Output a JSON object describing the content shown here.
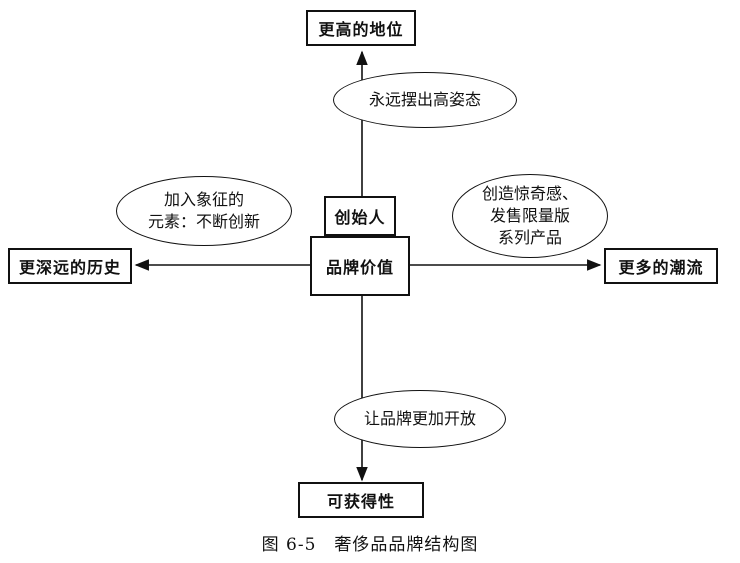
{
  "nodes": {
    "center": "品牌价值",
    "founder": "创始人",
    "top": "更高的地位",
    "bottom": "可获得性",
    "left": "更深远的历史",
    "right": "更多的潮流"
  },
  "strategies": {
    "top": [
      "永远摆出高姿态"
    ],
    "left": [
      "加入象征的",
      "元素：不断创新"
    ],
    "right": [
      "创造惊奇感、",
      "发售限量版",
      "系列产品"
    ],
    "bottom": [
      "让品牌更加开放"
    ]
  },
  "caption": {
    "number": "图 6-5",
    "title": "奢侈品品牌结构图"
  },
  "colors": {
    "line": "#111111",
    "background": "#ffffff"
  }
}
